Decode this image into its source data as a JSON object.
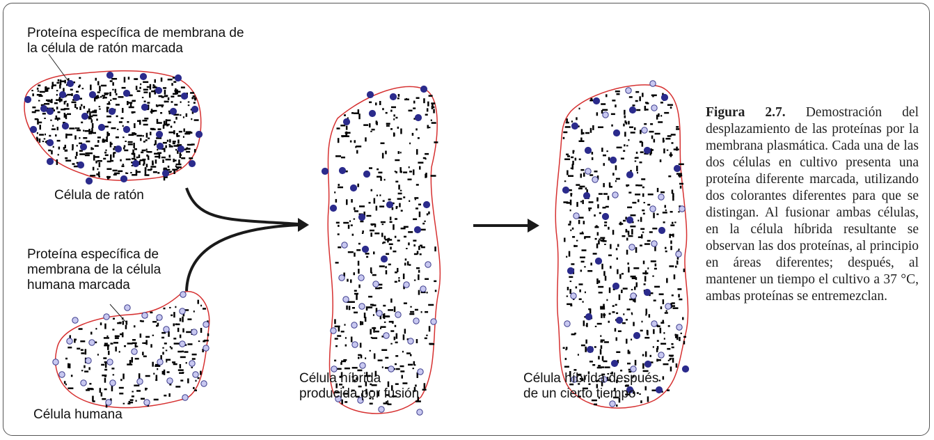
{
  "figure": {
    "number": "Figura 2.7.",
    "caption": "Demostración del desplazamiento de las proteínas por la membrana plasmática. Cada una de las dos células en cultivo presenta una proteína diferente marcada, utilizando dos colorantes diferentes para que se distingan. Al fusionar ambas células, en la célula híbrida resultante se observan las dos proteínas, al principio en áreas diferentes; después, al mantener un tiempo el cultivo a 37 °C, ambas proteínas se entremezclan."
  },
  "labels": {
    "mouse_protein_line1": "Proteína específica de membrana de",
    "mouse_protein_line2": "la célula de ratón marcada",
    "mouse_cell": "Célula de ratón",
    "human_protein_line1": "Proteína específica de",
    "human_protein_line2": "membrana de la célula",
    "human_protein_line3": "humana marcada",
    "human_cell": "Célula humana",
    "hybrid_line1": "Célula híbrida",
    "hybrid_line2": "producida por fusión",
    "after_line1": "Célula híbrida después",
    "after_line2": "de un cierto tiempo"
  },
  "colors": {
    "membrane": "#d63030",
    "mouse_protein": "#2b2b8c",
    "human_protein_fill": "#c8c8f0",
    "human_protein_stroke": "#3a3a8a",
    "cytoplasm_texture": "#000000",
    "arrow": "#1a1a1a"
  }
}
